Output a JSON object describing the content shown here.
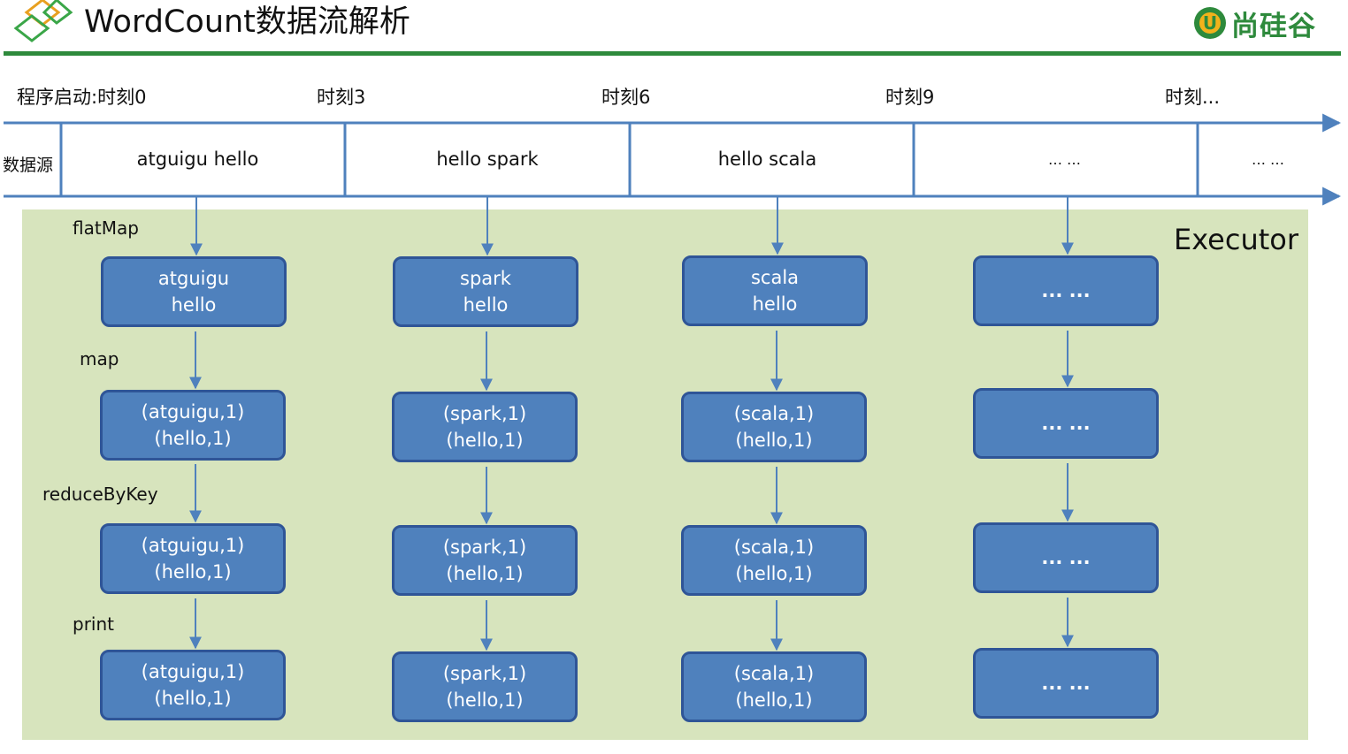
{
  "header": {
    "title": "WordCount数据流解析",
    "brand": "尚硅谷",
    "brand_logo_letter": "U"
  },
  "timeline": {
    "labels": [
      "程序启动:时刻0",
      "时刻3",
      "时刻6",
      "时刻9",
      "时刻..."
    ]
  },
  "source": {
    "label": "数据源",
    "cells": [
      "atguigu hello",
      "hello spark",
      "hello scala",
      "… …",
      "… …"
    ]
  },
  "executor": {
    "label": "Executor",
    "operators": [
      "flatMap",
      "map",
      "reduceByKey",
      "print"
    ],
    "columns": [
      {
        "flatMap": [
          "atguigu",
          "hello"
        ],
        "map": [
          "(atguigu,1)",
          "(hello,1)"
        ],
        "reduceByKey": [
          "(atguigu,1)",
          "(hello,1)"
        ],
        "print": [
          "(atguigu,1)",
          "(hello,1)"
        ]
      },
      {
        "flatMap": [
          "spark",
          "hello"
        ],
        "map": [
          "(spark,1)",
          "(hello,1)"
        ],
        "reduceByKey": [
          "(spark,1)",
          "(hello,1)"
        ],
        "print": [
          "(spark,1)",
          "(hello,1)"
        ]
      },
      {
        "flatMap": [
          "scala",
          "hello"
        ],
        "map": [
          "(scala,1)",
          "(hello,1)"
        ],
        "reduceByKey": [
          "(scala,1)",
          "(hello,1)"
        ],
        "print": [
          "(scala,1)",
          "(hello,1)"
        ]
      },
      {
        "flatMap": [
          "... ..."
        ],
        "map": [
          "... ..."
        ],
        "reduceByKey": [
          "... ..."
        ],
        "print": [
          "... ..."
        ]
      }
    ]
  },
  "colors": {
    "box_fill": "#4f81bd",
    "box_border": "#2f5597",
    "executor_bg": "#d7e4bd",
    "header_rule": "#2e8a3c",
    "arrow": "#4f81bd"
  }
}
